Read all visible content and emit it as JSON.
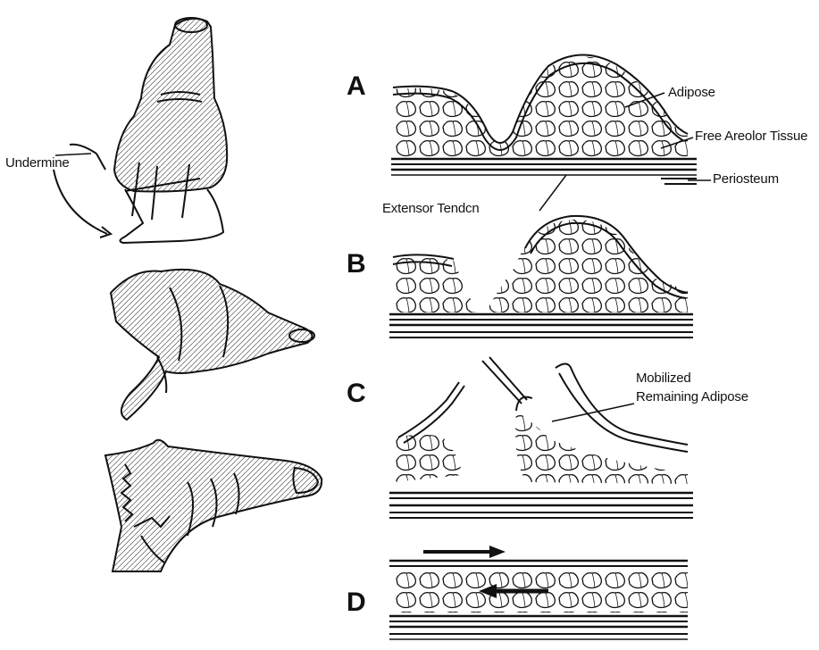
{
  "labels": {
    "undermine": "Undermine",
    "panel_a": "A",
    "panel_b": "B",
    "panel_c": "C",
    "panel_d": "D",
    "adipose": "Adipose",
    "free_areolor_tissue": "Free Areolor Tissue",
    "periosteum": "Periosteum",
    "extensor_tendon": "Extensor Tendcn",
    "mobilized": "Mobilized",
    "remaining_adipose": "Remaining Adipose"
  },
  "colors": {
    "ink": "#111111",
    "paper": "#ffffff"
  }
}
